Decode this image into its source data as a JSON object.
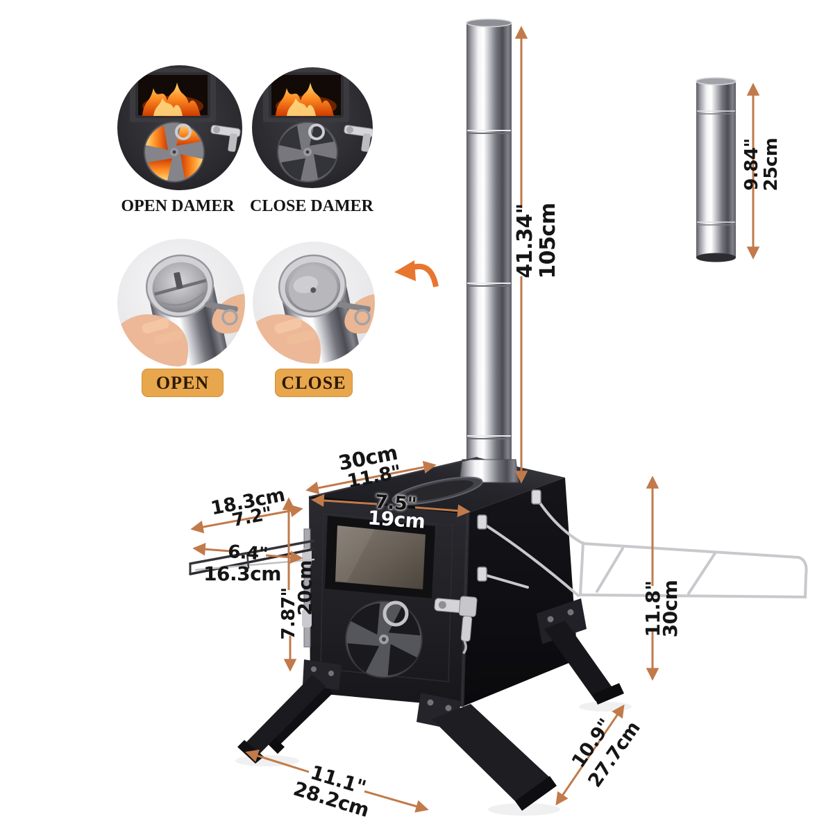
{
  "illustration": {
    "damper_open_label": "OPEN DAMER",
    "damper_close_label": "CLOSE DAMER",
    "valve_open_label": "OPEN",
    "valve_close_label": "CLOSE"
  },
  "dimensions": {
    "chimney_height_in": "41.34\"",
    "chimney_height_cm": "105cm",
    "pipe_section_in": "9.84\"",
    "pipe_section_cm": "25cm",
    "top_length_cm": "30cm",
    "top_length_in": "11.8\"",
    "top_width_in": "7.5\"",
    "top_width_cm": "19cm",
    "side_rack_cm": "18.3cm",
    "side_rack_in": "7.2\"",
    "rack_depth_in": "6.4\"",
    "rack_depth_cm": "16.3cm",
    "door_height_in": "7.87\"",
    "door_height_cm": "20cm",
    "body_height_in": "11.8\"",
    "body_height_cm": "30cm",
    "base_width_in": "11.1\"",
    "base_width_cm": "28.2cm",
    "base_depth_in": "10.9\"",
    "base_depth_cm": "27.7cm"
  },
  "colors": {
    "background": "#ffffff",
    "dimension_arrow": "#c17a4a",
    "curved_arrow": "#e8762e",
    "dimension_text": "#151515",
    "button_background": "#e8a64d",
    "button_text": "#2b1a05",
    "stove_body": "#1d1d21",
    "chrome": "#c9c9ce",
    "fire": "#ff8f24"
  }
}
